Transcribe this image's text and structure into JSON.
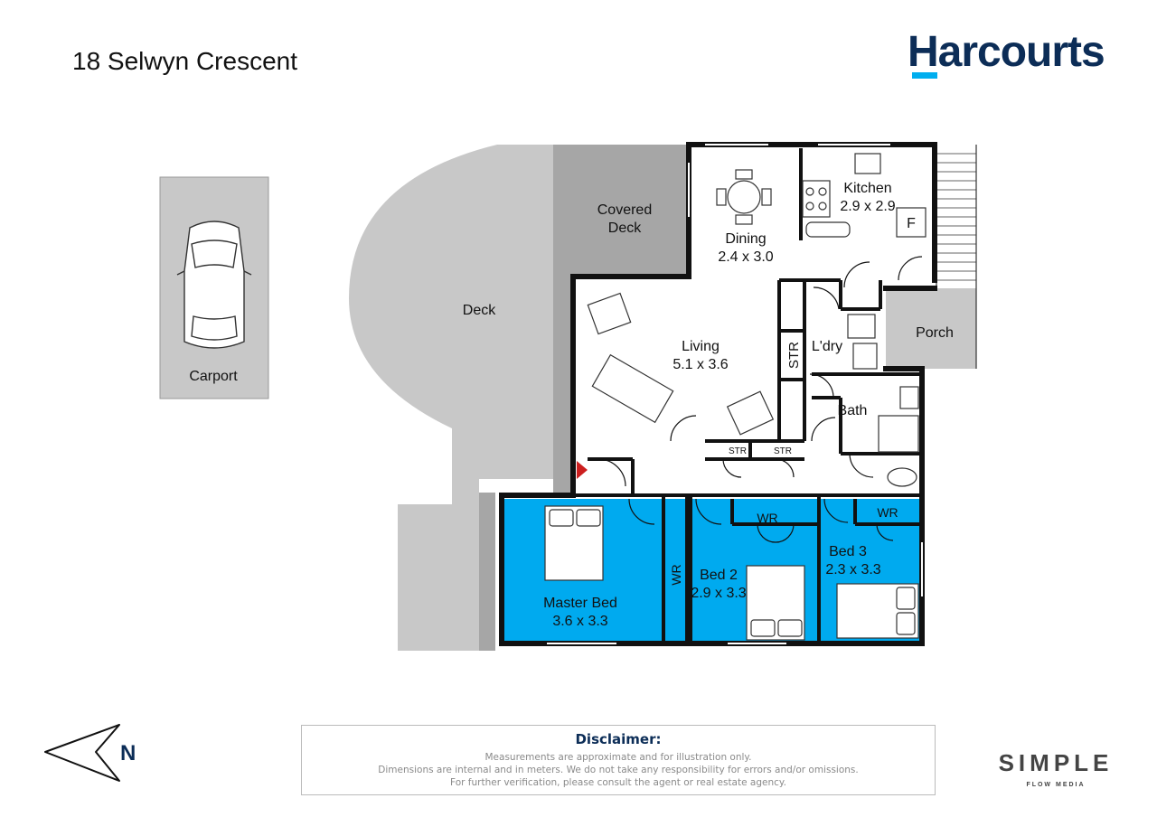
{
  "header": {
    "title": "18 Selwyn Crescent",
    "brand": "Harcourts"
  },
  "colors": {
    "brand_navy": "#0c2d57",
    "brand_blue": "#00aeef",
    "bedroom_fill": "#00aaef",
    "deck_gray": "#c8c8c8",
    "covered_gray": "#a6a6a6",
    "wall": "#111111",
    "entry_marker": "#cc1f1f"
  },
  "rooms": {
    "carport": "Carport",
    "deck": "Deck",
    "covered_deck_line1": "Covered",
    "covered_deck_line2": "Deck",
    "dining": "Dining",
    "dining_dims": "2.4 x 3.0",
    "kitchen": "Kitchen",
    "kitchen_dims": "2.9 x 2.9",
    "fridge": "F",
    "porch": "Porch",
    "living": "Living",
    "living_dims": "5.1 x 3.6",
    "storage": "STR",
    "storage_2": "STR",
    "storage_3": "STR",
    "laundry": "L'dry",
    "bath": "Bath",
    "master_bed": "Master Bed",
    "master_bed_dims": "3.6 x 3.3",
    "master_wr": "WR",
    "bed2": "Bed 2",
    "bed2_dims": "2.9 x 3.3",
    "bed2_wr": "WR",
    "bed3": "Bed 3",
    "bed3_dims": "2.3 x 3.3",
    "bed3_wr": "WR"
  },
  "compass": {
    "label": "N"
  },
  "disclaimer": {
    "title": "Disclaimer:",
    "line1": "Measurements are approximate and for illustration only.",
    "line2": "Dimensions are internal and in meters. We do not take any responsibility for errors and/or omissions.",
    "line3": "For further verification, please consult the agent or real estate agency."
  },
  "footer_logo": {
    "name": "SIMPLE",
    "tagline": "FLOW MEDIA"
  }
}
